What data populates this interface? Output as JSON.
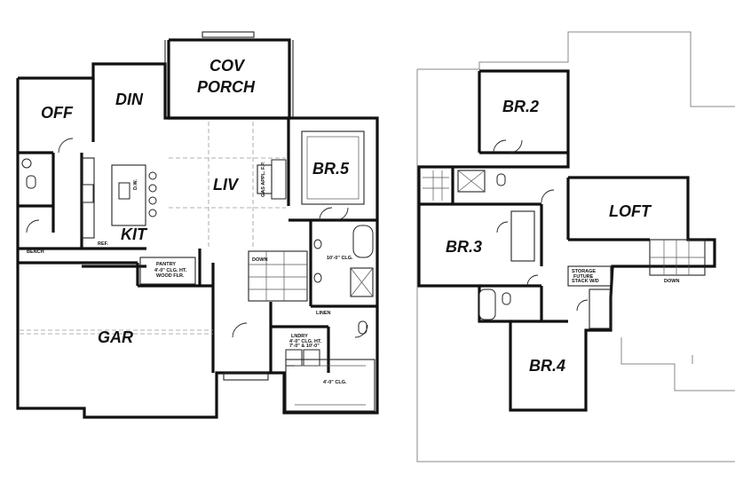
{
  "rooms": {
    "off": "OFF",
    "din": "DIN",
    "cov_porch_1": "COV",
    "cov_porch_2": "PORCH",
    "liv": "LIV",
    "kit": "KIT",
    "br5": "BR.5",
    "gar": "GAR",
    "br2": "BR.2",
    "br3": "BR.3",
    "br4": "BR.4",
    "loft": "LOFT"
  },
  "notes": {
    "pantry_1": "PANTRY",
    "pantry_2": "4'-0\" CLG. HT.",
    "pantry_3": "WOOD FLR.",
    "laundry_1": "LNDRY",
    "laundry_2": "4'-0\" CLG. HT.",
    "laundry_3": "7'-0\" & 10'-0\"",
    "storage_1": "STORAGE",
    "storage_2": "FUTURE",
    "storage_3": "STACK W/D",
    "down_main": "DOWN",
    "down_upper": "DOWN",
    "bench": "BENCH",
    "walkin_clg": "10'-0\" CLG.",
    "closet_clg": "4'-0\" CLG.",
    "linen": "LINEN",
    "gas_fp": "GAS APPL. F.P.",
    "dw": "D.W.",
    "ref": "REF."
  }
}
